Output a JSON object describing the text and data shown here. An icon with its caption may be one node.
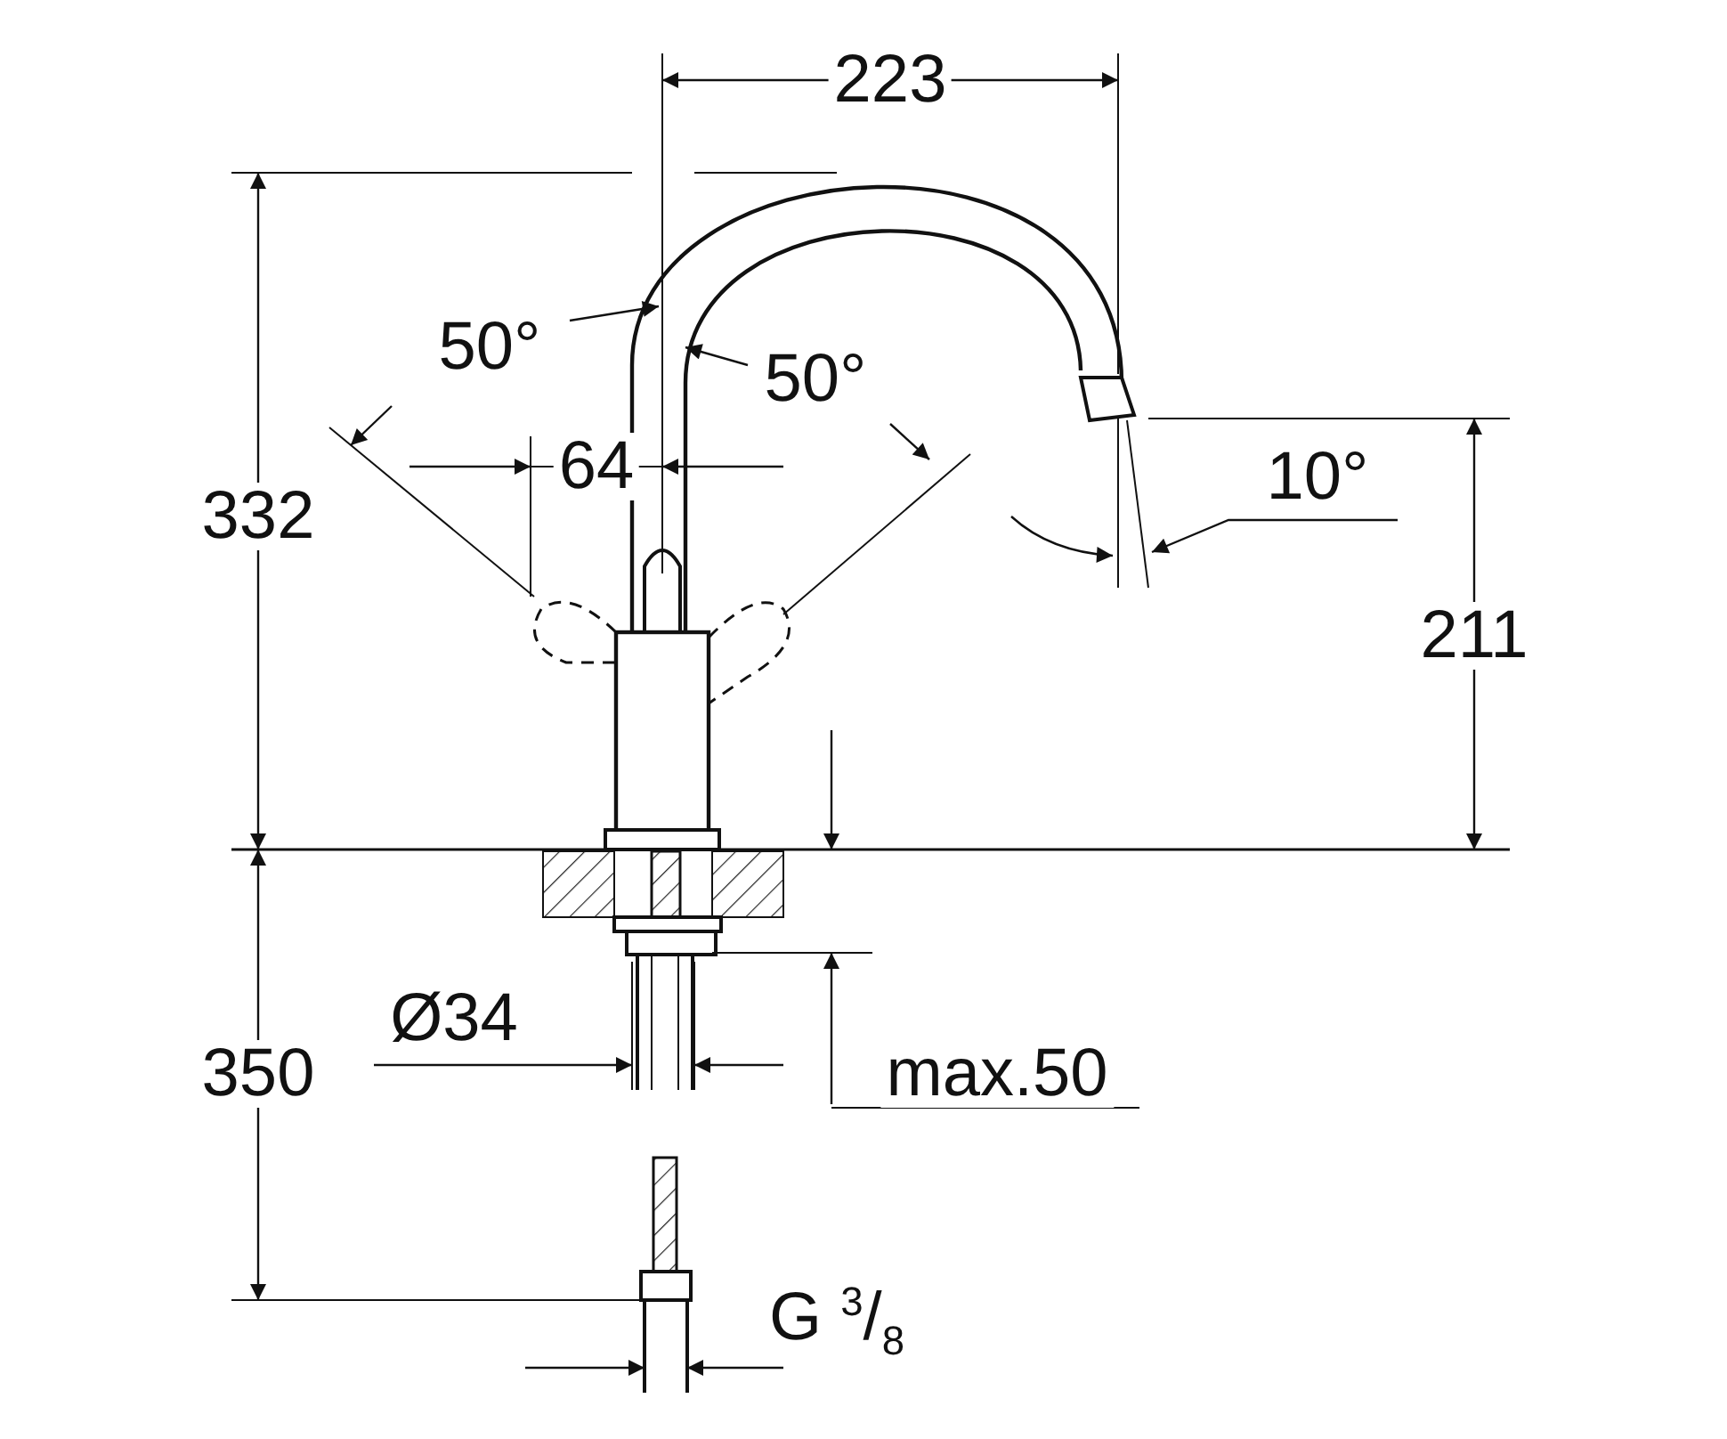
{
  "diagram": {
    "labels": [
      "223",
      "332",
      "50°",
      "50°",
      "64",
      "10°",
      "211",
      "Ø34",
      "350",
      "max.50",
      "G $^{3}$/$_{8}$"
    ]
  }
}
